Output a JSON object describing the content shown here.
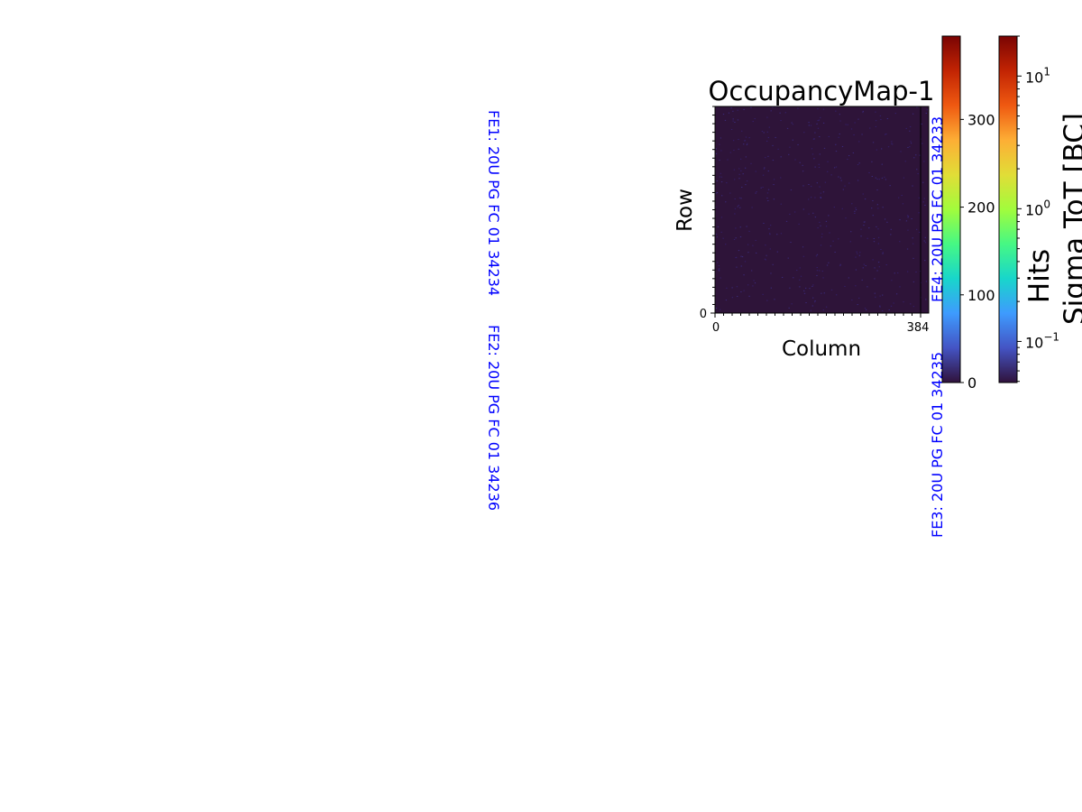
{
  "chart_data": {
    "type": "heatmap",
    "title": "OccupancyMap-1",
    "xlabel": "Column",
    "ylabel": "Row",
    "xticks": [
      "0",
      "384"
    ],
    "yticks": [
      "0"
    ],
    "xlim": [
      0,
      400
    ],
    "background_value": 0,
    "colorbars": [
      {
        "label": "Hits",
        "scale": "linear",
        "range": [
          0,
          395
        ],
        "ticks": [
          0,
          100,
          200,
          300
        ],
        "tick_labels": [
          "0",
          "100",
          "200",
          "300"
        ],
        "colormap": "turbo"
      },
      {
        "label": "Sigma ToT [BC]",
        "scale": "log",
        "range": [
          0.049,
          20
        ],
        "ticks": [
          0.1,
          1,
          10
        ],
        "tick_labels": [
          "10",
          "10",
          "10"
        ],
        "tick_exponents": [
          "−1",
          "0",
          "1"
        ],
        "colormap": "turbo"
      }
    ],
    "annotations": [
      "FE1: 20U PG FC 01 34234",
      "FE2: 20U PG FC 01 34236",
      "FE3: 20U PG FC 01 34235",
      "FE4: 20U PG FC 01 34233"
    ]
  }
}
